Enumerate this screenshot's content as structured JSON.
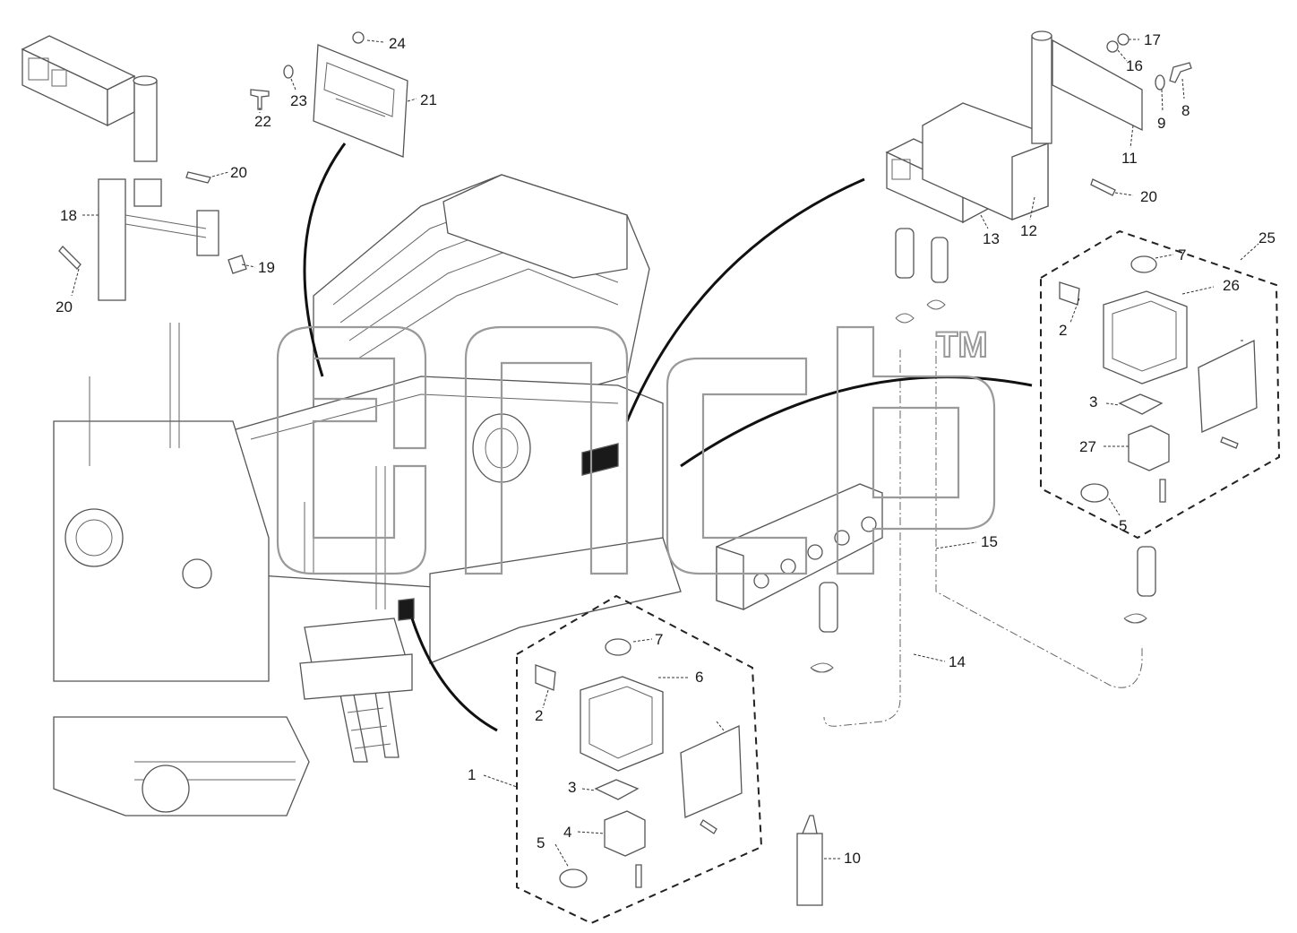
{
  "callouts": [
    {
      "id": "c1",
      "label": "1"
    },
    {
      "id": "c2a",
      "label": "2"
    },
    {
      "id": "c2b",
      "label": "2"
    },
    {
      "id": "c3a",
      "label": "3"
    },
    {
      "id": "c3b",
      "label": "3"
    },
    {
      "id": "c4",
      "label": "4"
    },
    {
      "id": "c5a",
      "label": "5"
    },
    {
      "id": "c5b",
      "label": "5"
    },
    {
      "id": "c6",
      "label": "6"
    },
    {
      "id": "c7a",
      "label": "7"
    },
    {
      "id": "c7b",
      "label": "7"
    },
    {
      "id": "c8",
      "label": "8"
    },
    {
      "id": "c9",
      "label": "9"
    },
    {
      "id": "c10",
      "label": "10"
    },
    {
      "id": "c11",
      "label": "11"
    },
    {
      "id": "c12",
      "label": "12"
    },
    {
      "id": "c13",
      "label": "13"
    },
    {
      "id": "c14",
      "label": "14"
    },
    {
      "id": "c15",
      "label": "15"
    },
    {
      "id": "c16",
      "label": "16"
    },
    {
      "id": "c17",
      "label": "17"
    },
    {
      "id": "c18",
      "label": "18"
    },
    {
      "id": "c19",
      "label": "19"
    },
    {
      "id": "c20a",
      "label": "20"
    },
    {
      "id": "c20b",
      "label": "20"
    },
    {
      "id": "c20c",
      "label": "20"
    },
    {
      "id": "c21",
      "label": "21"
    },
    {
      "id": "c22",
      "label": "22"
    },
    {
      "id": "c23",
      "label": "23"
    },
    {
      "id": "c24",
      "label": "24"
    },
    {
      "id": "c25",
      "label": "25"
    },
    {
      "id": "c26",
      "label": "26"
    },
    {
      "id": "c27",
      "label": "27"
    }
  ],
  "watermark": {
    "mark": "TM"
  }
}
